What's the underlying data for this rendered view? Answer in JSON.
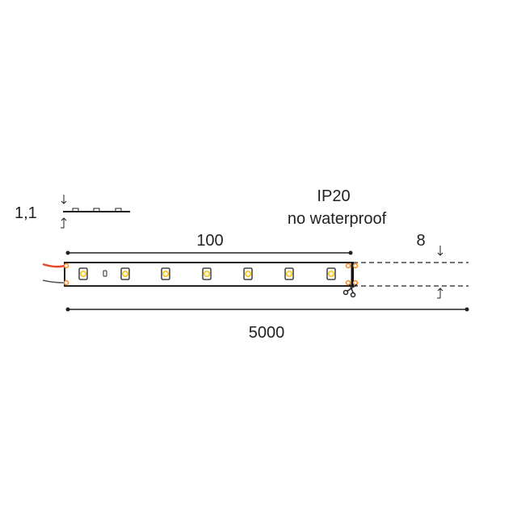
{
  "profile_thickness": "1,1",
  "ip_rating": "IP20",
  "ip_description": "no waterproof",
  "cut_length": "100",
  "strip_width": "8",
  "total_length": "5000",
  "colors": {
    "line": "#222222",
    "wire_positive": "#e8452a",
    "wire_negative": "#555555",
    "led": "#f5c518",
    "pad": "#f08a24"
  },
  "icons": [
    "scissors-icon"
  ]
}
